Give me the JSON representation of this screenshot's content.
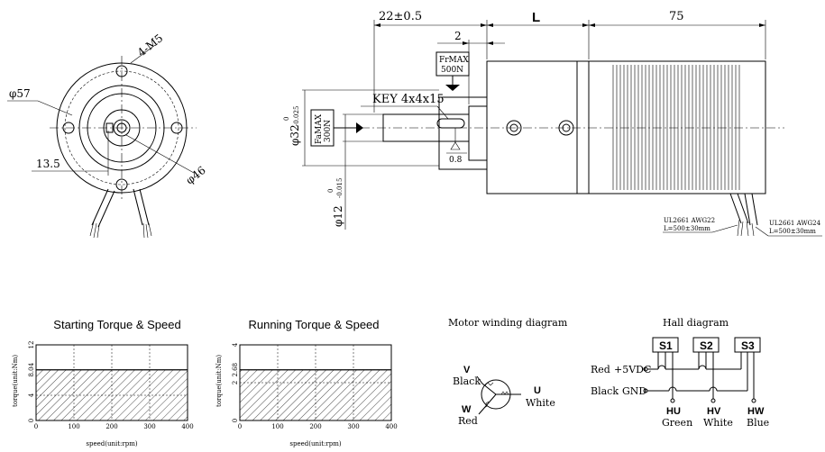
{
  "front_view": {
    "dia_57": "φ57",
    "holes_4m5": "4-M5",
    "dim_13_5": "13.5",
    "dia_46": "φ46"
  },
  "side_view": {
    "dim_22": "22±0.5",
    "dim_L": "L",
    "dim_75": "75",
    "dim_2": "2",
    "fr_label": "FrMAX",
    "fr_value": "500N",
    "key_label": "KEY 4x4x15",
    "fa_label": "FaMAX",
    "fa_value": "300N",
    "dia_32": "φ32",
    "tol_32_upper": "0",
    "tol_32_lower": "-0.025",
    "dia_12": "φ12",
    "tol_12_upper": "0",
    "tol_12_lower": "-0.015",
    "runout": "0.8",
    "cable1_line1": "UL2661 AWG22",
    "cable1_line2": "L=500±30mm",
    "cable2_line1": "UL2661 AWG24",
    "cable2_line2": "L=500±30mm"
  },
  "chart_data": [
    {
      "type": "area",
      "title": "Starting Torque & Speed",
      "xlabel": "speed(unit:rpm)",
      "ylabel": "torque(unit:Nm)",
      "x_ticks": [
        "0",
        "100",
        "200",
        "300",
        "400"
      ],
      "y_ticks": [
        "0",
        "4",
        "8.04",
        "12"
      ],
      "xlim": [
        0,
        400
      ],
      "ylim": [
        0,
        12
      ],
      "x": [
        0,
        400
      ],
      "values": [
        8.04,
        8.04
      ],
      "grid": true
    },
    {
      "type": "area",
      "title": "Running Torque & Speed",
      "xlabel": "speed(unit:rpm)",
      "ylabel": "torque(unit:Nm)",
      "x_ticks": [
        "0",
        "100",
        "200",
        "300",
        "400"
      ],
      "y_ticks": [
        "0",
        "2",
        "2.68",
        "4"
      ],
      "xlim": [
        0,
        400
      ],
      "ylim": [
        0,
        4
      ],
      "x": [
        0,
        400
      ],
      "values": [
        2.68,
        2.68
      ],
      "grid": true
    }
  ],
  "winding": {
    "title": "Motor winding diagram",
    "v": "V",
    "v_color": "Black",
    "u": "U",
    "u_color": "White",
    "w": "W",
    "w_color": "Red"
  },
  "hall": {
    "title": "Hall diagram",
    "s1": "S1",
    "s2": "S2",
    "s3": "S3",
    "red_label": "Red",
    "vdc_label": "+5VDC",
    "black_label": "Black",
    "gnd_label": "GND",
    "hu": "HU",
    "hv": "HV",
    "hw": "HW",
    "hu_color": "Green",
    "hv_color": "White",
    "hw_color": "Blue"
  }
}
